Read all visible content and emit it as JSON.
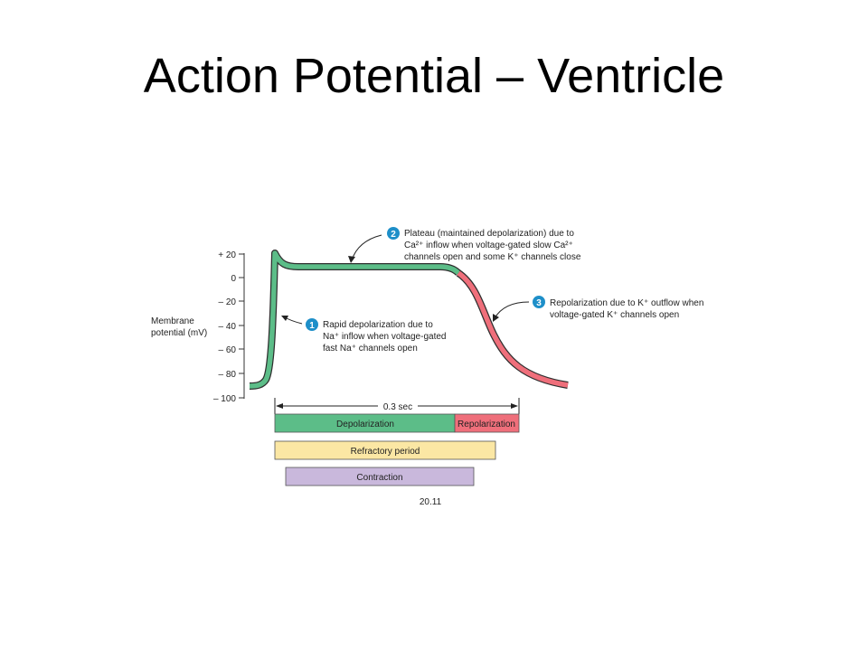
{
  "slide": {
    "title": "Action Potential – Ventricle"
  },
  "axis": {
    "label_line1": "Membrane",
    "label_line2": "potential (mV)",
    "ticks": [
      "+ 20",
      "0",
      "– 20",
      "– 40",
      "– 60",
      "– 80",
      "– 100"
    ]
  },
  "annotations": {
    "a1": {
      "number": "1",
      "line1": "Rapid depolarization due to",
      "line2": "Na⁺ inflow when voltage-gated",
      "line3": "fast Na⁺ channels open"
    },
    "a2": {
      "number": "2",
      "line1": "Plateau (maintained depolarization) due to",
      "line2": "Ca²⁺ inflow when voltage-gated slow Ca²⁺",
      "line3": "channels open and some K⁺ channels close"
    },
    "a3": {
      "number": "3",
      "line1": "Repolarization due to K⁺ outflow when",
      "line2": "voltage-gated K⁺ channels open"
    }
  },
  "timeline": {
    "duration_label": "0.3 sec",
    "depolarization": "Depolarization",
    "repolarization": "Repolarization",
    "refractory": "Refractory period",
    "contraction": "Contraction"
  },
  "figure_number": "20.11",
  "colors": {
    "depolarization": "#5cbd88",
    "repolarization": "#ef6f7b",
    "refractory": "#fbe7a4",
    "contraction": "#c9b8dc",
    "badge": "#1e8fc9"
  }
}
